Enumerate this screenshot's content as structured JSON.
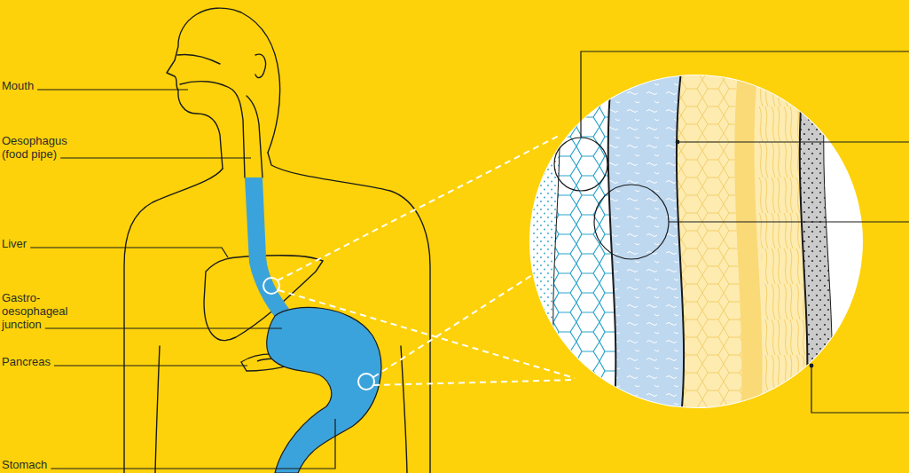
{
  "diagram": {
    "labels": [
      "Mouth",
      "Oesophagus (food pipe)",
      "Liver",
      "Gastro-oesophageal junction",
      "Pancreas",
      "Stomach"
    ]
  }
}
